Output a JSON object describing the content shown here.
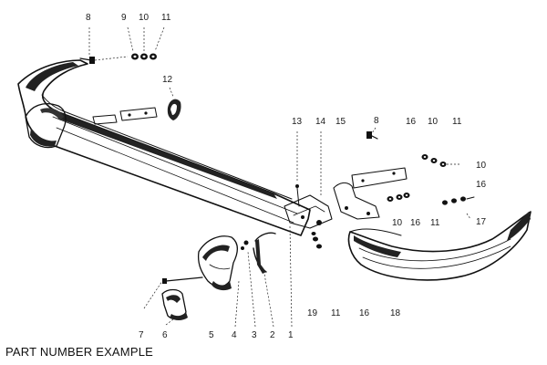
{
  "caption": "PART NUMBER EXAMPLE",
  "callouts": [
    {
      "id": "c8a",
      "text": "8"
    },
    {
      "id": "c9",
      "text": "9"
    },
    {
      "id": "c10a",
      "text": "10"
    },
    {
      "id": "c11a",
      "text": "11"
    },
    {
      "id": "c12",
      "text": "12"
    },
    {
      "id": "c13",
      "text": "13"
    },
    {
      "id": "c14",
      "text": "14"
    },
    {
      "id": "c15",
      "text": "15"
    },
    {
      "id": "c8b",
      "text": "8"
    },
    {
      "id": "c16a",
      "text": "16"
    },
    {
      "id": "c10b",
      "text": "10"
    },
    {
      "id": "c11b",
      "text": "11"
    },
    {
      "id": "c10c",
      "text": "10"
    },
    {
      "id": "c16b",
      "text": "16"
    },
    {
      "id": "c10d",
      "text": "10"
    },
    {
      "id": "c16c",
      "text": "16"
    },
    {
      "id": "c11c",
      "text": "11"
    },
    {
      "id": "c17",
      "text": "17"
    },
    {
      "id": "c19",
      "text": "19"
    },
    {
      "id": "c11d",
      "text": "11"
    },
    {
      "id": "c16d",
      "text": "16"
    },
    {
      "id": "c18",
      "text": "18"
    },
    {
      "id": "c7",
      "text": "7"
    },
    {
      "id": "c6",
      "text": "6"
    },
    {
      "id": "c5",
      "text": "5"
    },
    {
      "id": "c4",
      "text": "4"
    },
    {
      "id": "c3",
      "text": "3"
    },
    {
      "id": "c2",
      "text": "2"
    },
    {
      "id": "c1",
      "text": "1"
    }
  ]
}
